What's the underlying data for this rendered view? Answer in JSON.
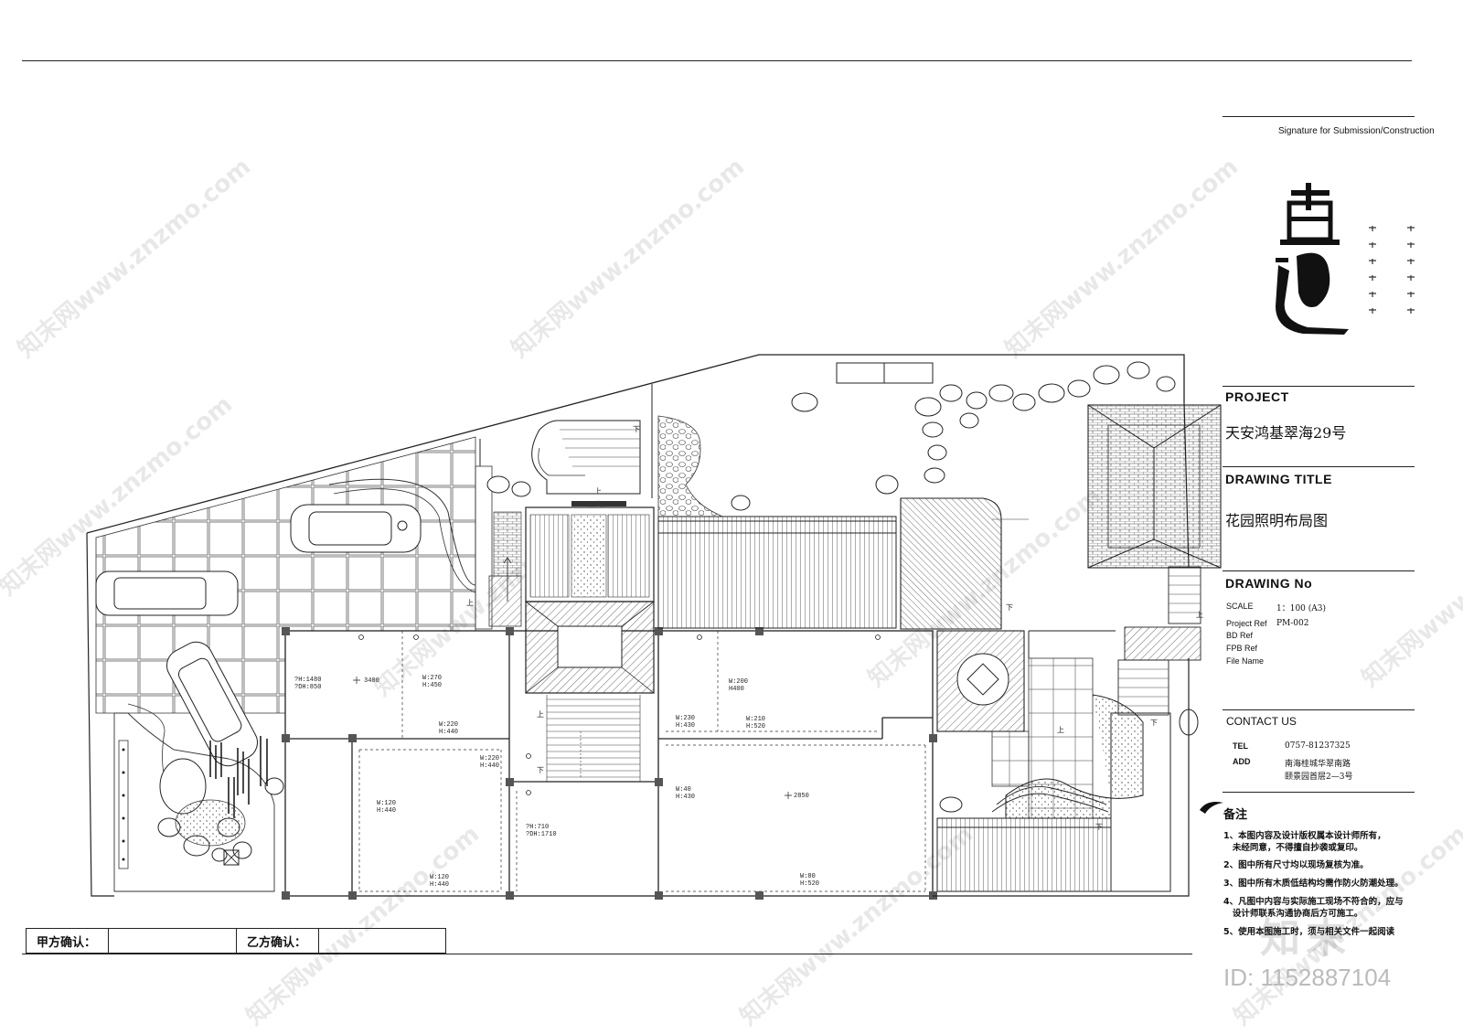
{
  "signature_header": "Signature for Submission/Construction",
  "logo_text": "真逑",
  "project": {
    "label": "PROJECT",
    "value": "天安鸿基翠海29号"
  },
  "drawing_title": {
    "label": "DRAWING  TITLE",
    "value": "花园照明布局图"
  },
  "drawing_no": {
    "label": "DRAWING No",
    "fields": [
      {
        "key": "SCALE",
        "value": "1：100  (A3)"
      },
      {
        "key": "Project Ref",
        "value": "PM-002"
      },
      {
        "key": "BD Ref",
        "value": ""
      },
      {
        "key": "FPB Ref",
        "value": ""
      },
      {
        "key": "File Name",
        "value": ""
      }
    ]
  },
  "contact": {
    "label": "CONTACT  US",
    "tel_key": "TEL",
    "tel": "0757-81237325",
    "add_key": "ADD",
    "add_line1": "南海桂城华翠南路",
    "add_line2": "颐景园首层2—3号"
  },
  "notes": {
    "title": "备注",
    "items": [
      "1、本图内容及设计版权属本设计师所有，",
      "   未经同意，不得擅自抄袭或复印。",
      "2、图中所有尺寸均以现场复核为准。",
      "3、图中所有木质低结构均需作防火防潮处理。",
      "4、凡图中内容与实际施工现场不符合的，应与",
      "   设计师联系沟通协商后方可施工。",
      "5、使用本图施工时，须与相关文件一起阅读"
    ]
  },
  "confirm": {
    "party_a": "甲方确认：",
    "party_b": "乙方确认："
  },
  "id_text": "ID: 1152887104",
  "brand_mark": "知末",
  "watermark": "知末网www.znzmo.com",
  "plan": {
    "dimensions": [
      "?H:1480\n?DH:850",
      "W:270\nH:450",
      "W:220\nH:440",
      "W:200\nH400",
      "W:230\nH:430",
      "W:210\nH:520",
      "W:220\nH:440",
      "W:120\nH:440",
      "W:40\nH:430",
      "?H:710\n?DH:1710",
      "W:120\nH:440",
      "W:80\nH:520"
    ],
    "levels": [
      "3400",
      "2850"
    ],
    "stair_labels": [
      "上",
      "下",
      "上",
      "下",
      "上",
      "下",
      "上",
      "上",
      "下",
      "下"
    ]
  }
}
